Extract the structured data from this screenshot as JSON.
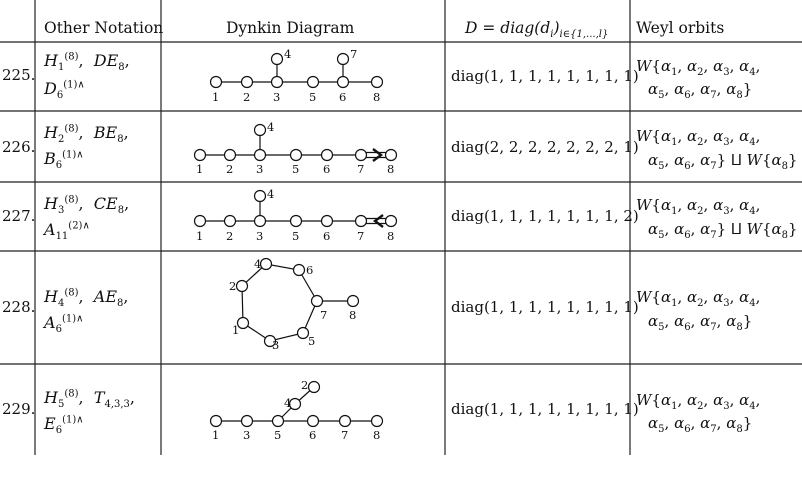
{
  "headers": {
    "other_notation": "Other Notation",
    "dynkin_diagram": "Dynkin Diagram",
    "d_matrix": "D = diag(d_i)_{i∈{1,...,l}}",
    "weyl_orbits": "Weyl orbits"
  },
  "rows": [
    {
      "index": "225.",
      "notation_line1": "H_1^{(8)}, DE_8,",
      "notation_line2": "D_6^{(1)∧}",
      "d": "diag(1, 1, 1, 1, 1, 1, 1, 1)",
      "weyl_line1": "W{α1, α2, α3, α4,",
      "weyl_line2": "α5, α6, α7, α8}",
      "node_labels": [
        "1",
        "2",
        "3",
        "4",
        "5",
        "6",
        "7",
        "8"
      ]
    },
    {
      "index": "226.",
      "notation_line1": "H_2^{(8)}, BE_8,",
      "notation_line2": "B_6^{(1)∧}",
      "d": "diag(2, 2, 2, 2, 2, 2, 2, 1)",
      "weyl_line1": "W{α1, α2, α3, α4,",
      "weyl_line2": "α5, α6, α7} ⨿ W{α8}",
      "node_labels": [
        "1",
        "2",
        "3",
        "4",
        "5",
        "6",
        "7",
        "8"
      ]
    },
    {
      "index": "227.",
      "notation_line1": "H_3^{(8)}, CE_8,",
      "notation_line2": "A_11^{(2)∧}",
      "d": "diag(1, 1, 1, 1, 1, 1, 1, 2)",
      "weyl_line1": "W{α1, α2, α3, α4,",
      "weyl_line2": "α5, α6, α7} ⨿ W{α8}",
      "node_labels": [
        "1",
        "2",
        "3",
        "4",
        "5",
        "6",
        "7",
        "8"
      ]
    },
    {
      "index": "228.",
      "notation_line1": "H_4^{(8)}, AE_8,",
      "notation_line2": "A_6^{(1)∧}",
      "d": "diag(1, 1, 1, 1, 1, 1, 1, 1)",
      "weyl_line1": "W{α1, α2, α3, α4,",
      "weyl_line2": "α5, α6, α7, α8}",
      "node_labels": [
        "1",
        "2",
        "3",
        "4",
        "5",
        "6",
        "7",
        "8"
      ]
    },
    {
      "index": "229.",
      "notation_line1": "H_5^{(8)}, T_{4,3,3},",
      "notation_line2": "E_6^{(1)∧}",
      "d": "diag(1, 1, 1, 1, 1, 1, 1, 1)",
      "weyl_line1": "W{α1, α2, α3, α4,",
      "weyl_line2": "α5, α6, α7, α8}",
      "node_labels": [
        "1",
        "2",
        "3",
        "4",
        "5",
        "6",
        "7",
        "8"
      ]
    }
  ]
}
